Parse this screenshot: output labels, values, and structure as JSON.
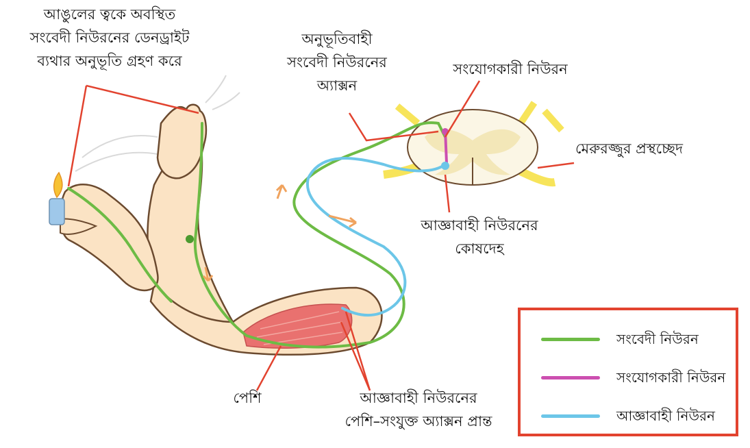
{
  "labels": {
    "finger_dendrite": [
      "আঙুলের ত্বকে অবস্থিত",
      "সংবেদী নিউরনের ডেনড্রাইট",
      "ব্যথার অনুভূতি গ্রহণ করে"
    ],
    "sensory_axon": [
      "অনুভূতিবাহী",
      "সংবেদী নিউরনের",
      "অ্যাক্সন"
    ],
    "interneuron": "সংযোগকারী নিউরন",
    "cross_section": "মেরুরজ্জুর প্রস্থচ্ছেদ",
    "motor_cell_body": [
      "আজ্ঞাবাহী নিউরনের",
      "কোষদেহ"
    ],
    "muscle": "পেশি",
    "motor_axon_end": [
      "আজ্ঞাবাহী নিউরনের",
      "পেশি–সংযুক্ত অ্যাক্সন প্রান্ত"
    ]
  },
  "legend": {
    "items": [
      {
        "label": "সংবেদী নিউরন",
        "color": "#6dbb45"
      },
      {
        "label": "সংযোগকারী নিউরন",
        "color": "#cc4fb0"
      },
      {
        "label": "আজ্ঞাবাহী নিউরন",
        "color": "#6cc6e8"
      }
    ],
    "border_color": "#e2432f"
  },
  "colors": {
    "skin": "#fbe3c4",
    "skin_outline": "#6b4a2f",
    "muscle": "#e9716f",
    "spinal_grey": "#f3e7b8",
    "spinal_white": "#fbf6e5",
    "dorsal_root": "#f7e45a",
    "pointer": "#e2432f",
    "arrow": "#f0a35e",
    "candle": "#9fc8ea",
    "flame": "#f7c234"
  },
  "icons": [
    "candle-flame-icon",
    "signal-arrow-icon"
  ]
}
